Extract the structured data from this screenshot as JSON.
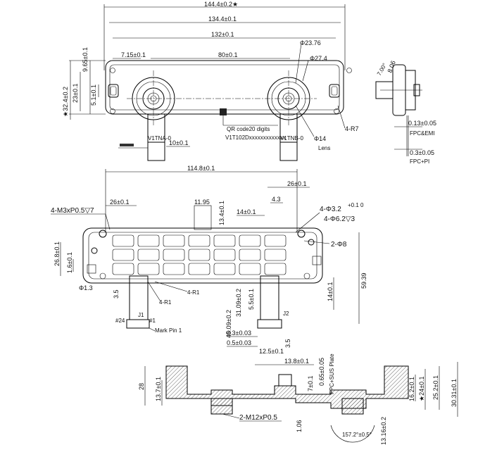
{
  "top_view": {
    "d_overall_width": "144.4±0.2★",
    "d_body_width": "134.4±0.1",
    "d_hole_pitch": "132±0.1",
    "d_baseline": "80±0.1",
    "d_edge_offset": "7.15±0.1",
    "d_height_upper": "9.65±0.1",
    "d_height_total": "★32.4±0.2",
    "d_height_mid": "23±0.1",
    "d_slot": "5.1±0.1",
    "d_outer_ring": "Φ23.76",
    "d_mid_ring": "Φ27.4",
    "d_lens": "Φ14",
    "lens_label": "Lens",
    "corner_radius": "4-R7",
    "qr_label": "QR code20 digits",
    "qr_code_text": "V1T102Dxxxxxxxxxxxxx",
    "flex_left_label": "V1TNA-0",
    "flex_right_label": "V1TNB-0",
    "flex_width": "10±0.1",
    "side_angle": "7.00°",
    "side_dim": "8.06",
    "fpc_emi_dim": "0.13±0.05",
    "fpc_emi_label": "FPC&EMI",
    "fpc_pi_dim": "0.3±0.05",
    "fpc_pi_label": "FPC+PI"
  },
  "bottom_view": {
    "d_width": "114.8±0.1",
    "d_left_hole": "26±0.1",
    "d_right_hole": "26±0.1",
    "d_center_block": "11.95",
    "d_center_height": "13.4±0.1",
    "d_pitch": "14±0.1",
    "d_small": "4.3",
    "thread_left": "4-M3xP0.5▽7",
    "hole_spec_a": "4-Φ3.2",
    "hole_spec_a_tol": "+0.1 0",
    "hole_spec_b": "4-Φ6.2▽3",
    "pin_hole": "2-Φ8",
    "d_height_left": "26.8±0.1",
    "d_small_left": "1.6±0.1",
    "d_hole_small": "Φ1.3",
    "d_edge_small": "3.5",
    "radius_a": "4-R1",
    "radius_b": "4-R1",
    "d_total_height": "59.39",
    "d_right_height": "14±0.1",
    "d_cable_a": "45.09±0.2",
    "d_cable_b": "31.09±0.2",
    "d_cable_c": "5.5±0.1",
    "d_cable_d": "0.3±0.03",
    "d_cable_e": "0.5±0.03",
    "d_connector": "12.5±0.1",
    "d_connector_h": "3.5",
    "d_connector_w": "13.8±0.1",
    "j1_label": "J1",
    "j2_label": "J2",
    "pin24_label": "#24",
    "pin1_label": "#1",
    "mark_pin_label": "Mark Pin 1"
  },
  "section_view": {
    "d_height_left": "28",
    "d_height_a": "13.7±0.1",
    "d_height_b": "7±0.1",
    "d_fpc": "0.65±0.05",
    "fpc_label": "FPC+SUS Plate",
    "d_right_a": "★24±0.1",
    "d_right_b": "16.2±0.1",
    "d_right_c": "25.2±0.1",
    "d_right_d": "30.31±0.1",
    "thread": "2-M12xP0.5",
    "d_bottom_gap": "1.06",
    "fov_angle": "157.2°±0.5°",
    "d_bottom_height": "13.16±0.2"
  }
}
